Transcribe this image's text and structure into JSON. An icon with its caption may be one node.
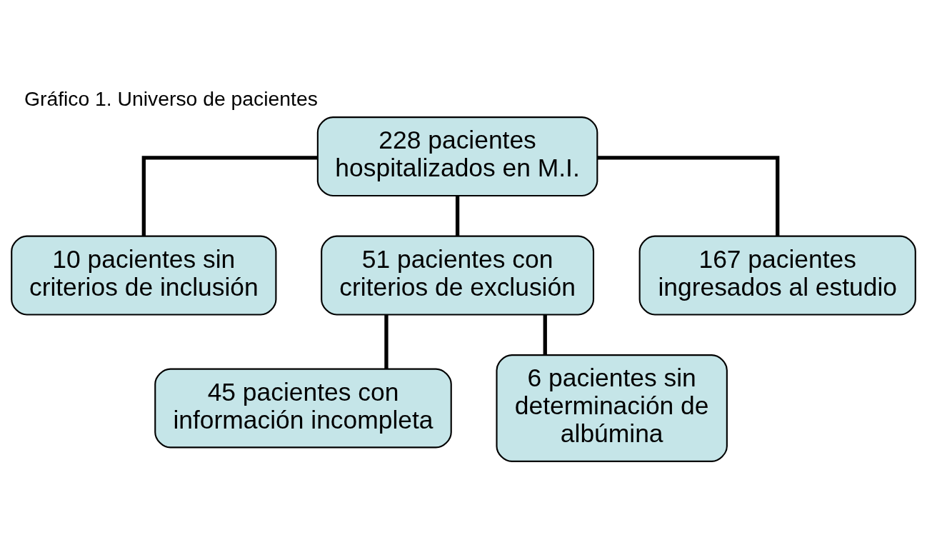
{
  "diagram": {
    "title": "Gráfico 1. Universo de pacientes",
    "nodes": [
      {
        "text": [
          "228 pacientes hospitalizados en M.I."
        ]
      },
      {
        "text": [
          "10 pacientes sin criterios de inclusión"
        ]
      },
      {
        "text": [
          "51 pacientes con criterios de exclusión"
        ]
      },
      {
        "text": [
          "45 pacientes con información incompleta"
        ]
      },
      {
        "text": [
          "6 pacientes sin determinación de albúmina"
        ]
      },
      {
        "text": [
          "167 pacientes ingresados al estudio"
        ]
      }
    ],
    "edges": [
      {
        "from": 0,
        "to": 1,
        "arrow": "none"
      },
      {
        "from": 0,
        "to": 2,
        "arrow": "none"
      },
      {
        "from": 0,
        "to": 5,
        "arrow": "none"
      },
      {
        "from": 2,
        "to": 3,
        "arrow": "none"
      },
      {
        "from": 2,
        "to": 4,
        "arrow": "none"
      }
    ]
  }
}
